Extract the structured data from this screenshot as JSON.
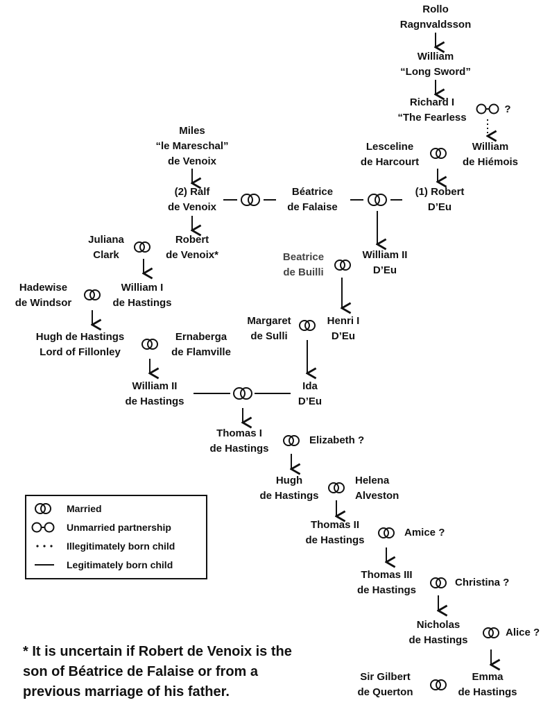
{
  "people": {
    "rollo": {
      "line1": "Rollo",
      "line2": "Ragnvaldsson"
    },
    "william_longsword": {
      "line1": "William",
      "line2": "“Long Sword”"
    },
    "richard_i": {
      "line1": "Richard I",
      "line2": "“The Fearless"
    },
    "richard_partner": {
      "label": "?"
    },
    "william_hiemois": {
      "line1": "William",
      "line2": "de Hiémois"
    },
    "lesceline": {
      "line1": "Lesceline",
      "line2": "de Harcourt"
    },
    "robert_deu": {
      "line1": "(1) Robert",
      "line2": "D’Eu"
    },
    "beatrice_falaise": {
      "line1": "Béatrice",
      "line2": "de Falaise"
    },
    "miles": {
      "line1": "Miles",
      "line2": "“le Mareschal”",
      "line3": "de Venoix"
    },
    "ralf": {
      "line1": "(2) Ralf",
      "line2": "de Venoix"
    },
    "robert_venoix": {
      "line1": "Robert",
      "line2": "de Venoix*"
    },
    "juliana": {
      "line1": "Juliana",
      "line2": "Clark"
    },
    "william_ii_deu": {
      "line1": "William II",
      "line2": "D’Eu"
    },
    "beatrice_builli": {
      "line1": "Beatrice",
      "line2": "de Builli"
    },
    "hadewise": {
      "line1": "Hadewise",
      "line2": "de Windsor"
    },
    "william_i_hastings": {
      "line1": "William I",
      "line2": "de Hastings"
    },
    "margaret": {
      "line1": "Margaret",
      "line2": "de Sulli"
    },
    "henri_i": {
      "line1": "Henri I",
      "line2": "D’Eu"
    },
    "hugh_lord": {
      "line1": "Hugh de Hastings",
      "line2": "Lord of Fillonley"
    },
    "ernaberga": {
      "line1": "Ernaberga",
      "line2": "de Flamville"
    },
    "william_ii_hastings": {
      "line1": "William II",
      "line2": "de Hastings"
    },
    "ida": {
      "line1": "Ida",
      "line2": "D’Eu"
    },
    "thomas_i": {
      "line1": "Thomas I",
      "line2": "de Hastings"
    },
    "elizabeth": {
      "line1": "Elizabeth ?"
    },
    "hugh": {
      "line1": "Hugh",
      "line2": "de Hastings"
    },
    "helena": {
      "line1": "Helena",
      "line2": "Alveston"
    },
    "thomas_ii": {
      "line1": "Thomas II",
      "line2": "de Hastings"
    },
    "amice": {
      "line1": "Amice ?"
    },
    "thomas_iii": {
      "line1": "Thomas III",
      "line2": "de Hastings"
    },
    "christina": {
      "line1": "Christina ?"
    },
    "nicholas": {
      "line1": "Nicholas",
      "line2": "de Hastings"
    },
    "alice": {
      "line1": "Alice ?"
    },
    "gilbert": {
      "line1": "Sir Gilbert",
      "line2": "de Querton"
    },
    "emma": {
      "line1": "Emma",
      "line2": "de Hastings"
    }
  },
  "legend": {
    "married": "Married",
    "unmarried": "Unmarried partnership",
    "illegitimate": "Illegitimately born child",
    "legitimate": "Legitimately born child"
  },
  "footnote": "* It is uncertain if Robert de Venoix is the son of Béatrice de Falaise or from a previous marriage of his father.",
  "colors": {
    "ink": "#111111",
    "muted": "#444444",
    "background": "#ffffff"
  }
}
